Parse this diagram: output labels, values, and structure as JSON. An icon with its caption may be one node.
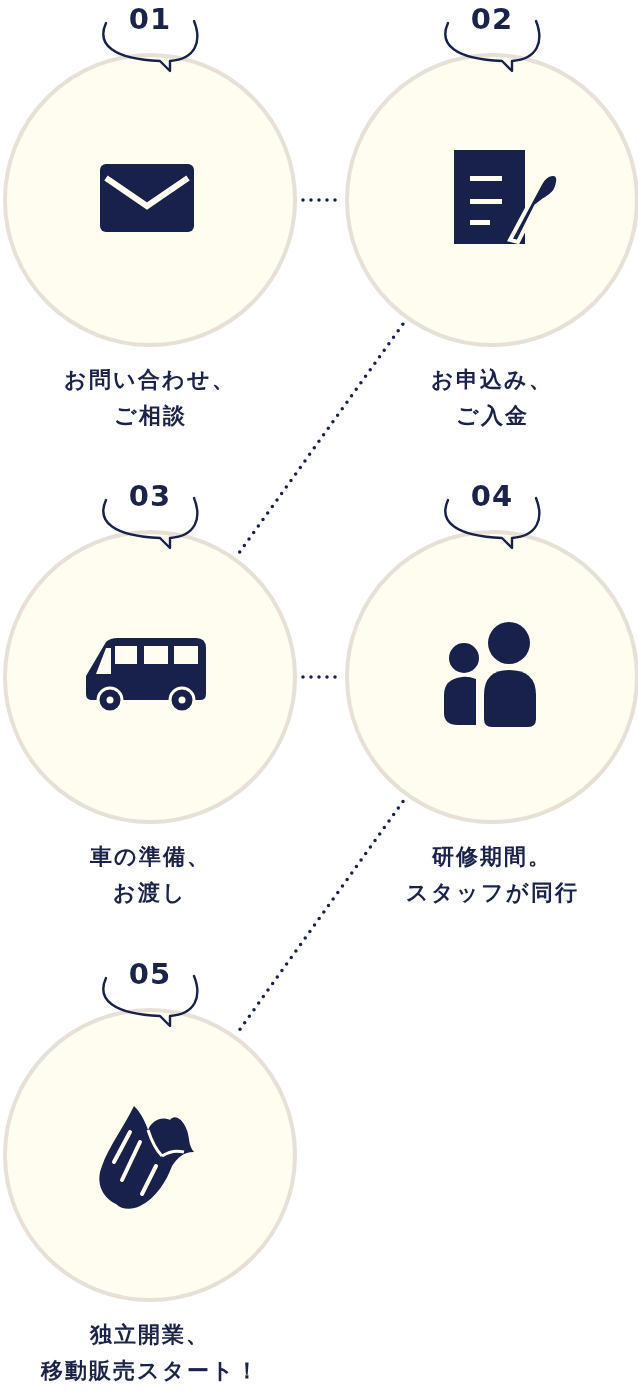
{
  "diagram": {
    "nodes": [
      {
        "text": [
          "01",
          "お問い合わせ、ご相談"
        ]
      },
      {
        "text": [
          "02",
          "お申込み、ご入金"
        ]
      },
      {
        "text": [
          "03",
          "車の準備、お渡し"
        ]
      },
      {
        "text": [
          "04",
          "研修期間。スタッフが同行"
        ]
      },
      {
        "text": [
          "05",
          "独立開業、移動販売スタート！"
        ]
      }
    ],
    "edges": [
      {
        "from": 0,
        "to": 1,
        "arrow": "none",
        "style": "dashed"
      },
      {
        "from": 1,
        "to": 2,
        "arrow": "none",
        "style": "dashed"
      },
      {
        "from": 2,
        "to": 3,
        "arrow": "none",
        "style": "dashed"
      },
      {
        "from": 3,
        "to": 4,
        "arrow": "none",
        "style": "dashed"
      }
    ]
  }
}
